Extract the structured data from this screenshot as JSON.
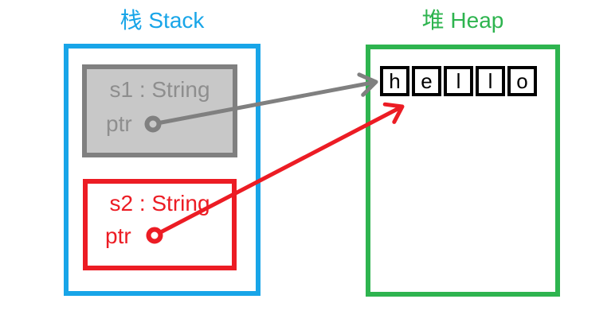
{
  "stack": {
    "title": "栈 Stack",
    "s1": {
      "label": "s1 : String",
      "field": "ptr",
      "state": "moved"
    },
    "s2": {
      "label": "s2 : String",
      "field": "ptr",
      "state": "active"
    }
  },
  "heap": {
    "title": "堆 Heap",
    "cells": [
      "h",
      "e",
      "l",
      "l",
      "o"
    ]
  },
  "pointers": {
    "s1_to_heap": {
      "from": "s1.ptr",
      "to": "heap hello cells",
      "color": "#808080"
    },
    "s2_to_heap": {
      "from": "s2.ptr",
      "to": "heap hello cells",
      "color": "#ec1c24"
    }
  },
  "colors": {
    "stack_accent": "#18a5e8",
    "heap_accent": "#2eb44f",
    "active_accent": "#ec1c24",
    "moved_border": "#808080",
    "moved_fill": "#c8c8c8",
    "moved_text": "#8e8e8e",
    "cell_border": "#000000",
    "cell_text": "#000000",
    "background": "#ffffff"
  }
}
